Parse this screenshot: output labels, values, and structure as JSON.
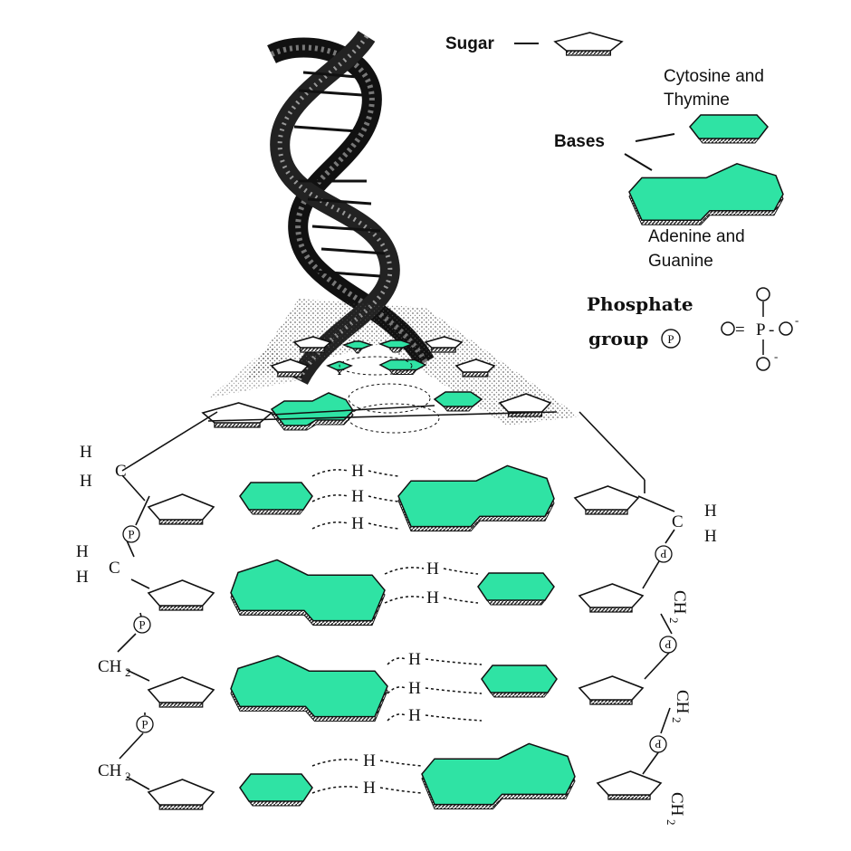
{
  "colors": {
    "base": "#2fe3a4",
    "ink": "#111111",
    "sugar": "#ffffff"
  },
  "legend": {
    "sugar": "Sugar",
    "bases": "Bases",
    "pyrimidines_line1": "Cytosine and",
    "pyrimidines_line2": "Thymine",
    "purines_line1": "Adenine and",
    "purines_line2": "Guanine",
    "phosphate_line1": "Phosphate",
    "phosphate_line2": "group",
    "phosphate_symbol": "P",
    "formula": {
      "O": "O",
      "P": "P",
      "minus": "-"
    }
  },
  "atoms": {
    "H": "H",
    "C": "C",
    "CH": "CH",
    "sub2": "2",
    "P": "P"
  }
}
